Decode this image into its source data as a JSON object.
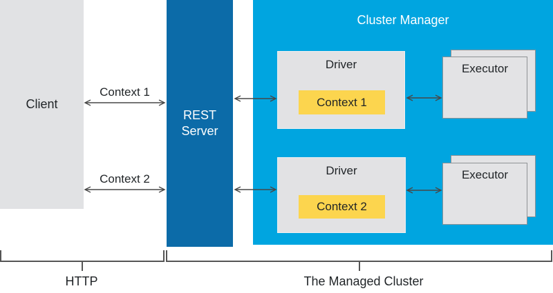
{
  "diagram": {
    "client": {
      "label": "Client"
    },
    "rest_server": {
      "line1": "REST",
      "line2": "Server"
    },
    "cluster_manager": {
      "title": "Cluster Manager"
    },
    "drivers": [
      {
        "label": "Driver",
        "context_label": "Context 1"
      },
      {
        "label": "Driver",
        "context_label": "Context 2"
      }
    ],
    "executors": [
      {
        "label": "Executor"
      },
      {
        "label": "Executor"
      }
    ],
    "connections": [
      {
        "label": "Context 1"
      },
      {
        "label": "Context 2"
      }
    ],
    "legend": {
      "http": "HTTP",
      "managed_cluster": "The Managed Cluster"
    }
  },
  "colors": {
    "cluster_cyan": "#00A5E0",
    "rest_dark_blue": "#0C6BA8",
    "box_light_gray": "#E2E2E4",
    "context_yellow": "#FCD54E",
    "executor_border": "#8E9194",
    "arrow_gray": "#474747",
    "bracket_gray": "#555555",
    "text_dark": "#1F2326"
  }
}
